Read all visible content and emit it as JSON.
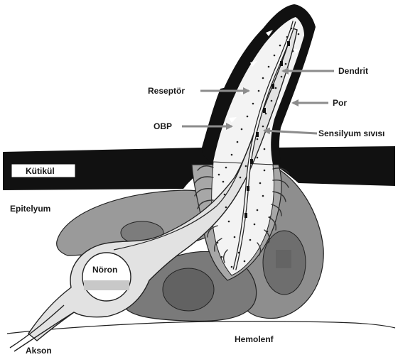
{
  "labels": {
    "dendrit": "Dendrit",
    "reseptor": "Reseptör",
    "por": "Por",
    "obp": "OBP",
    "sensilyum": "Sensilyum sıvısı",
    "kutikul": "Kütikül",
    "epitelyum": "Epitelyum",
    "noron": "Nöron",
    "hemolenf": "Hemolenf",
    "akson": "Akson"
  },
  "colors": {
    "cuticle": "#111111",
    "cell_dark": "#7a7a7a",
    "cell_mid": "#9a9a9a",
    "cell_light": "#b4b4b4",
    "neuron": "#e2e2e2",
    "arrow": "#8c8c8c"
  }
}
